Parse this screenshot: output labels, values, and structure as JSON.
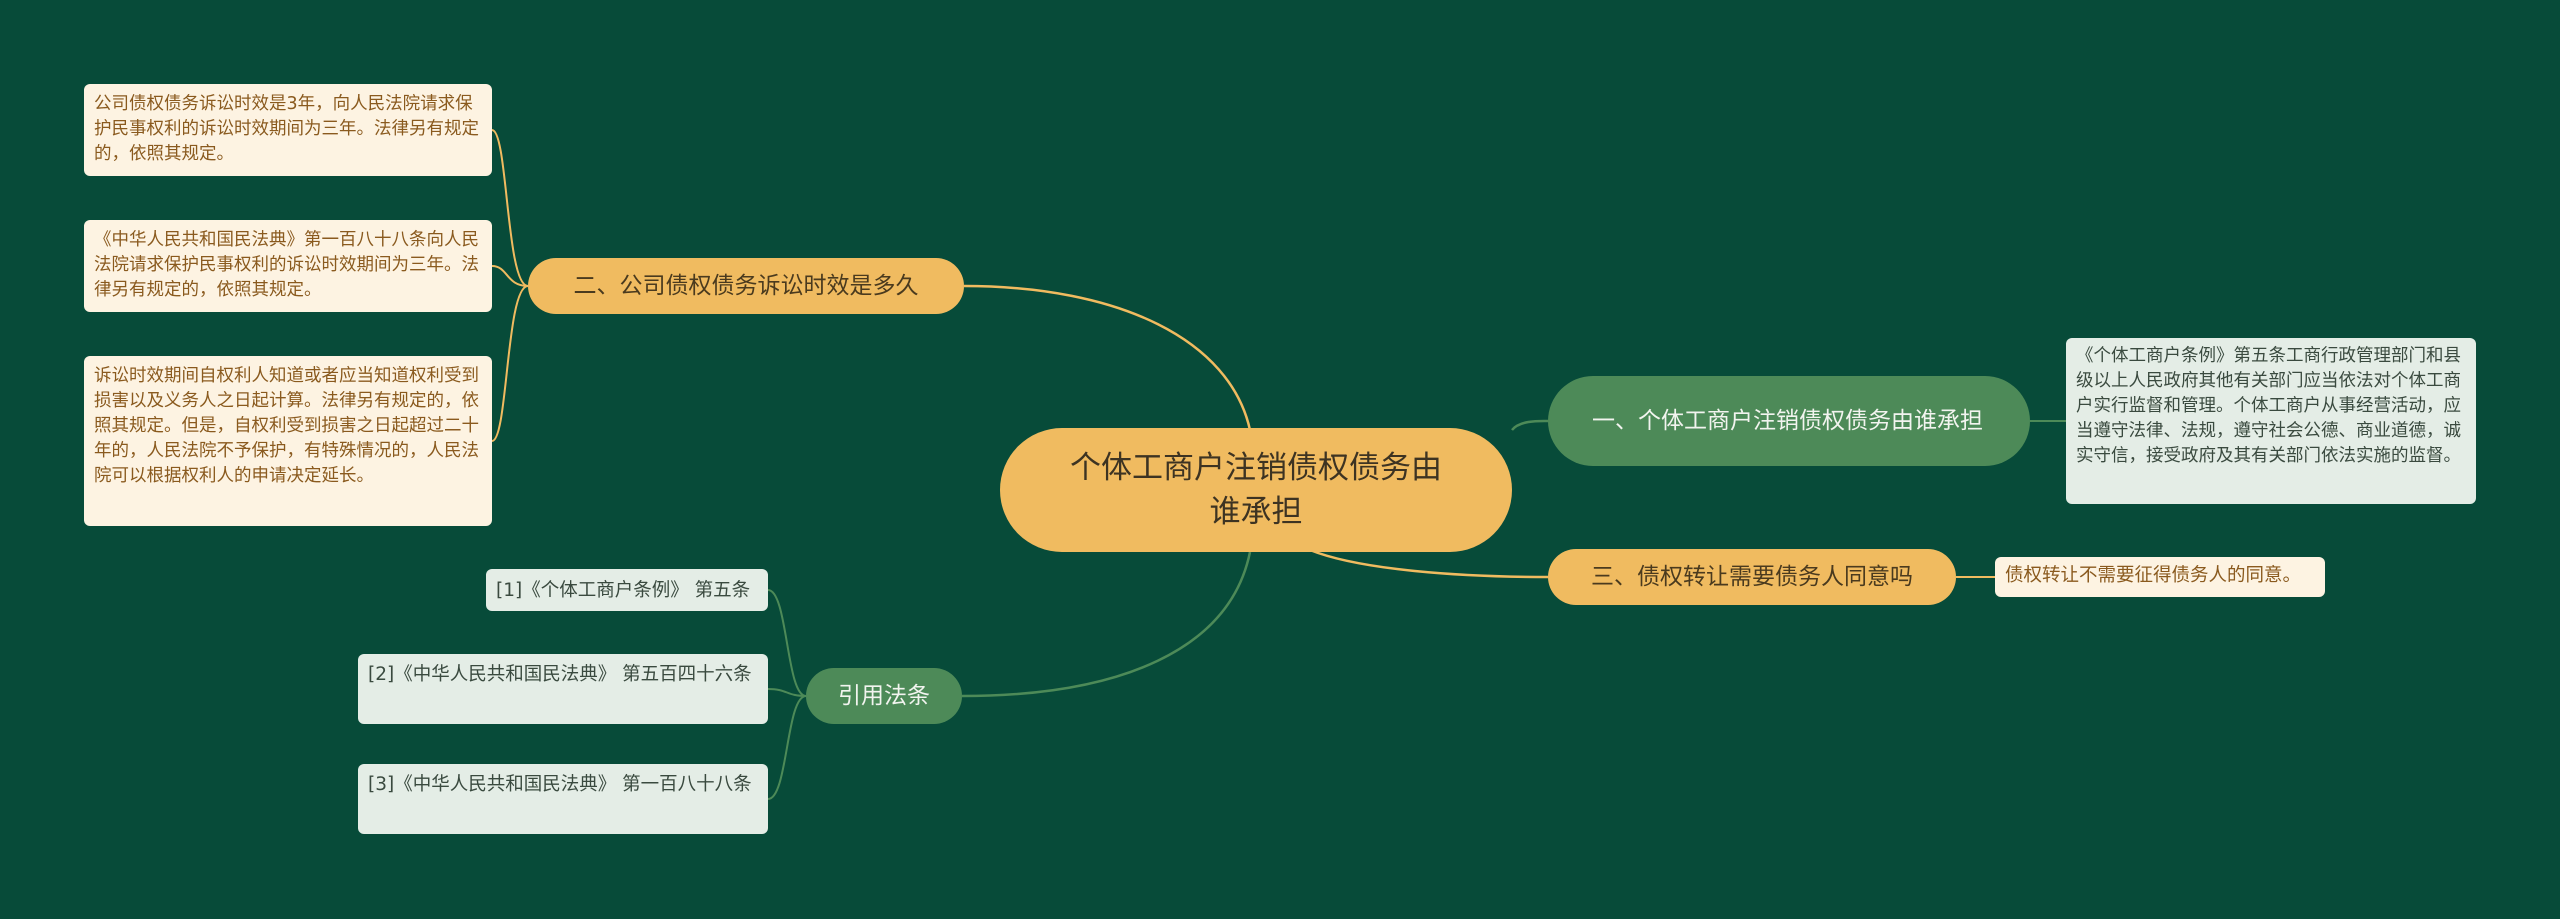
{
  "root": {
    "title": "个体工商户注销债权债务由谁承担"
  },
  "branches": {
    "b1": {
      "label": "一、个体工商户注销债权债务由谁承担"
    },
    "b2": {
      "label": "二、公司债权债务诉讼时效是多久"
    },
    "b3": {
      "label": "三、债权转让需要债务人同意吗"
    },
    "refs": {
      "label": "引用法条"
    }
  },
  "leaves": {
    "b1": [
      "《个体工商户条例》第五条工商行政管理部门和县级以上人民政府其他有关部门应当依法对个体工商户实行监督和管理。个体工商户从事经营活动，应当遵守法律、法规，遵守社会公德、商业道德，诚实守信，接受政府及其有关部门依法实施的监督。"
    ],
    "b2": [
      "公司债权债务诉讼时效是3年，向人民法院请求保护民事权利的诉讼时效期间为三年。法律另有规定的，依照其规定。",
      "《中华人民共和国民法典》第一百八十八条向人民法院请求保护民事权利的诉讼时效期间为三年。法律另有规定的，依照其规定。",
      "诉讼时效期间自权利人知道或者应当知道权利受到损害以及义务人之日起计算。法律另有规定的，依照其规定。但是，自权利受到损害之日起超过二十年的，人民法院不予保护，有特殊情况的，人民法院可以根据权利人的申请决定延长。"
    ],
    "b3": [
      "债权转让不需要征得债务人的同意。"
    ],
    "refs": [
      "[1]《个体工商户条例》 第五条",
      "[2]《中华人民共和国民法典》 第五百四十六条",
      "[3]《中华人民共和国民法典》 第一百八十八条"
    ]
  },
  "colors": {
    "background": "#074b39",
    "yellow_node": "#f0bb60",
    "green_node": "#4d8a58",
    "yellow_line": "#f0bb60",
    "green_line": "#4d8a58",
    "cream_leaf": "#fdf3e2",
    "mint_leaf": "#e4ede6"
  }
}
